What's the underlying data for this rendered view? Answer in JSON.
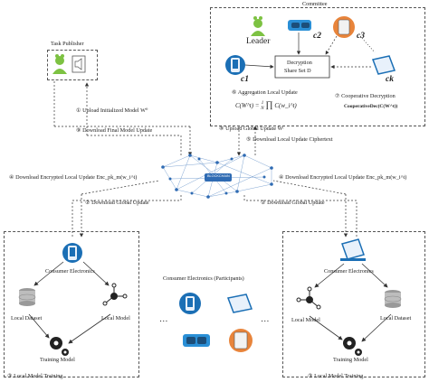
{
  "committee": {
    "title": "Committee",
    "leader_label": "Leader",
    "c1": "c1",
    "c2": "c2",
    "c3": "c3",
    "ck": "ck",
    "decrypt_box": [
      "Decryption",
      "Share Set D"
    ],
    "aggregation": "⑥ Aggregation Local Update",
    "formula_lhs": "C(W^t) = ",
    "formula_frac_top": "1",
    "formula_frac_bot": "N",
    "formula_prod": "∏",
    "formula_rhs": "C(w_i^t)",
    "cooperative_decryption": "⑦ Cooperative Decryption",
    "cooperative_func": "CooperativeDec(C(W^t))"
  },
  "task_publisher": {
    "title": "Task Publisher"
  },
  "arrows": {
    "upload_init": "① Upload Initialized Model W⁰",
    "download_final": "⑨ Download Final Model Update",
    "upload_global": "⑧ Upload Global Update Wᵗ",
    "download_cipher": "⑤ Download Local Update Ciphertext",
    "download_enc_left": "④ Download Encrypted Local Update Enc_pk_m(w_i^t)",
    "download_enc_right": "④ Download Encrypted Local Update Enc_pk_m(w_i^t)",
    "download_global_left": "② Download Global Update",
    "download_global_right": "② Download Global Update"
  },
  "blockchain": {
    "label": "BLOCKCHAIN"
  },
  "left_device": {
    "consumer": "Consumer Electronics",
    "dataset": "Local Dataset",
    "model": "Local Model",
    "training": "Training Model",
    "footer": "③ Local Model Training"
  },
  "right_device": {
    "consumer": "Consumer Electronics",
    "dataset": "Local Dataset",
    "model": "Local Model",
    "training": "Training Model",
    "footer": "③ Local Model Training"
  },
  "participants": {
    "title": "Consumer Electronics (Participants)",
    "ellipsis_left": "…",
    "ellipsis_right": "…"
  },
  "colors": {
    "leader_green": "#7dc242",
    "device_blue": "#1b6fb5",
    "vr_blue": "#2a8fd6",
    "tablet_orange": "#e8843b",
    "network": "#4a7fc0"
  }
}
